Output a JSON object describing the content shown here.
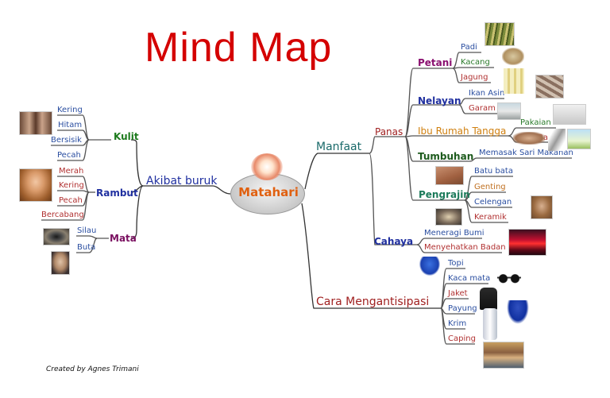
{
  "title": "Mind Map",
  "credit": "Created by Agnes Trimani",
  "center": "Matahari",
  "colors": {
    "title": "#d40000",
    "center": "#e06010",
    "lines": "#555555"
  },
  "left": {
    "akibat": "Akibat buruk",
    "kulit": {
      "label": "Kulit",
      "leaves": [
        "Kering",
        "Hitam",
        "Bersisik",
        "Pecah"
      ]
    },
    "rambut": {
      "label": "Rambut",
      "leaves": [
        "Merah",
        "Kering",
        "Pecah",
        "Bercabang"
      ]
    },
    "mata": {
      "label": "Mata",
      "leaves": [
        "Silau",
        "Buta"
      ]
    }
  },
  "right": {
    "manfaat": "Manfaat",
    "panas": "Panas",
    "petani": {
      "label": "Petani",
      "leaves": [
        "Padi",
        "Kacang",
        "Jagung"
      ]
    },
    "nelayan": {
      "label": "Nelayan",
      "leaves": [
        "Ikan Asin",
        "Garam"
      ]
    },
    "ibu": {
      "label": "Ibu Rumah Tangga",
      "leaves": [
        "Pakaian",
        "Batu"
      ]
    },
    "tumbuhan": {
      "label": "Tumbuhan",
      "leaves": [
        "Memasak Sari Makanan"
      ]
    },
    "pengrajin": {
      "label": "Pengrajin",
      "leaves": [
        "Batu bata",
        "Genting",
        "Celengan",
        "Keramik"
      ]
    },
    "cahaya": {
      "label": "Cahaya",
      "leaves": [
        "Meneragi Bumi",
        "Menyehatkan Badan"
      ]
    },
    "cara": {
      "label": "Cara Mengantisipasi",
      "leaves": [
        "Topi",
        "Kaca mata",
        "Jaket",
        "Payung",
        "Krim",
        "Caping"
      ]
    }
  }
}
